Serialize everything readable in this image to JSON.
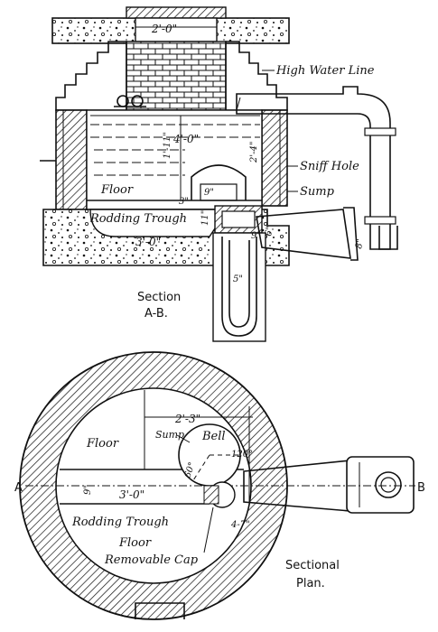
{
  "section": {
    "title_line1": "Section",
    "title_line2": "A-B.",
    "labels": {
      "high_water_line": "High Water Line",
      "sniff_hole": "Sniff Hole",
      "sump": "Sump",
      "floor": "Floor",
      "rodding_trough": "Rodding Trough"
    },
    "dimensions": {
      "top_opening": "2'-0\"",
      "width_top": "4'-0\"",
      "width_bottom": "3'-0\"",
      "depth_left": "1'-11\"",
      "depth_right": "2'-4\"",
      "sump_width": "9\"",
      "sump_3": "3\"",
      "sump_11": "11\"",
      "trap_6": "6\"",
      "trap_9": "9\"",
      "outlet_8": "8\"",
      "riser_5": "5\""
    }
  },
  "plan": {
    "title_line1": "Sectional",
    "title_line2": "Plan.",
    "labels": {
      "floor_top": "Floor",
      "sump": "Sump",
      "bell": "Bell",
      "rodding_trough": "Rodding Trough",
      "floor_bottom": "Floor",
      "removable_cap": "Removable Cap",
      "a": "A",
      "b": "B"
    },
    "dimensions": {
      "width": "2'-3\"",
      "channel": "9\"",
      "length": "3'-0\"",
      "offset": "4-7\"",
      "angle_60": "60°",
      "angle_120": "120°"
    }
  }
}
